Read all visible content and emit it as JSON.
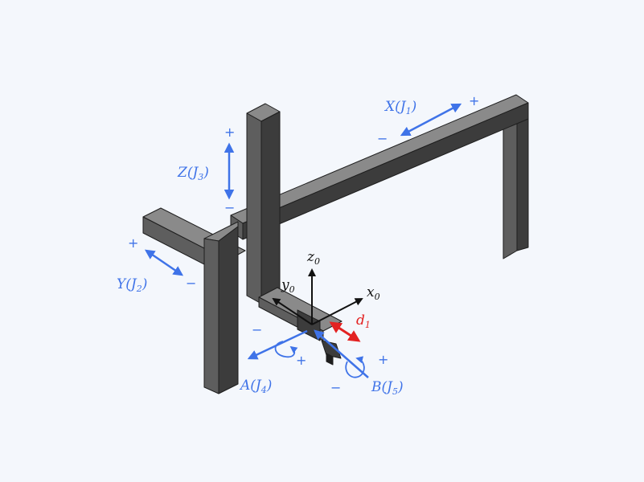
{
  "colors": {
    "background": "#f4f7fc",
    "frame_top": "#8a8a8a",
    "frame_left": "#5e5e5e",
    "frame_right": "#3c3c3c",
    "frame_edge": "#1e1e1e",
    "joint_arrow": "#3f73e8",
    "frame_axis": "#111111",
    "offset": "#e32222"
  },
  "joints": {
    "x": {
      "name": "X",
      "joint": "J",
      "index": "1",
      "plus": "+",
      "minus": "−"
    },
    "y": {
      "name": "Y",
      "joint": "J",
      "index": "2",
      "plus": "+",
      "minus": "−"
    },
    "z": {
      "name": "Z",
      "joint": "J",
      "index": "3",
      "plus": "+",
      "minus": "−"
    },
    "a": {
      "name": "A",
      "joint": "J",
      "index": "4",
      "plus": "+",
      "minus": "−"
    },
    "b": {
      "name": "B",
      "joint": "J",
      "index": "5",
      "plus": "+",
      "minus": "−"
    }
  },
  "frame_axes": {
    "x": {
      "name": "x",
      "sub": "0"
    },
    "y": {
      "name": "y",
      "sub": "0"
    },
    "z": {
      "name": "z",
      "sub": "0"
    }
  },
  "offset": {
    "name": "d",
    "sub": "1"
  },
  "icons": {
    "gantry": "gantry-robot-icon",
    "rotation": "rotation-arrow-icon"
  }
}
